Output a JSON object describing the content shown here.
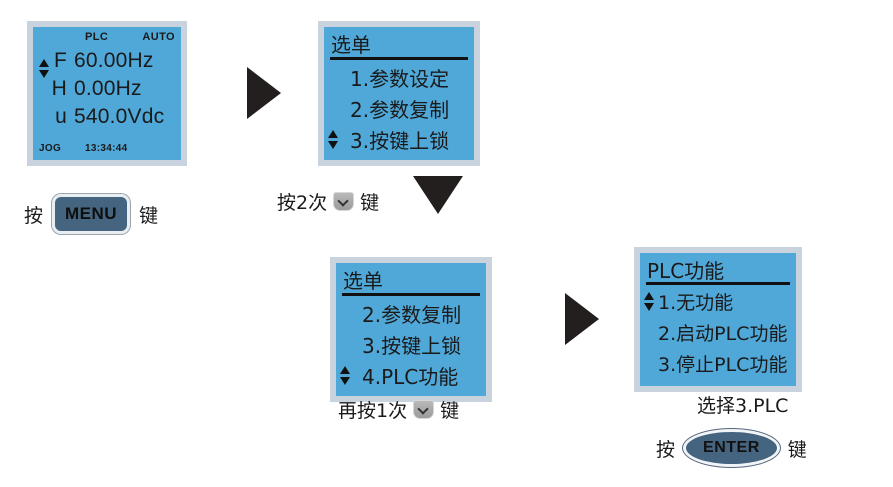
{
  "panels": {
    "status": {
      "name": "status-screen",
      "plc_label": "PLC",
      "mode_label": "AUTO",
      "rows": [
        {
          "label": "F",
          "value": "60.00Hz"
        },
        {
          "label": "H",
          "value": "0.00Hz"
        },
        {
          "label": "u",
          "value": "540.0Vdc"
        }
      ],
      "jog_label": "JOG",
      "time": "13:34:44"
    },
    "menu_first": {
      "title": "选单",
      "items": [
        {
          "text": "1.参数设定",
          "selected": false
        },
        {
          "text": "2.参数复制",
          "selected": false
        },
        {
          "text": "3.按键上锁",
          "selected": true
        }
      ]
    },
    "menu_second": {
      "title": "选单",
      "items": [
        {
          "text": "2.参数复制",
          "selected": false
        },
        {
          "text": "3.按键上锁",
          "selected": false
        },
        {
          "text": "4.PLC功能",
          "selected": true
        }
      ]
    },
    "plc_menu": {
      "title": "PLC功能",
      "items": [
        {
          "text": "1.无功能",
          "selected": true
        },
        {
          "text": "2.启动PLC功能",
          "selected": false
        },
        {
          "text": "3.停止PLC功能",
          "selected": false
        }
      ]
    }
  },
  "callouts": {
    "menu_key": {
      "prefix": "按",
      "key": "MENU",
      "suffix": "键"
    },
    "press_twice": {
      "prefix": "按2次",
      "key_icon": "down-arrow-key",
      "suffix": "键"
    },
    "press_once_more": {
      "prefix": "再按1次",
      "key_icon": "down-arrow-key",
      "suffix": "键"
    },
    "select_plc": {
      "text": "选择3.PLC"
    },
    "enter_key": {
      "prefix": "按",
      "key": "ENTER",
      "suffix": "键"
    }
  },
  "arrows": [
    {
      "name": "arrow-status-to-menu",
      "direction": "right"
    },
    {
      "name": "arrow-menu-to-menu2",
      "direction": "down"
    },
    {
      "name": "arrow-menu2-to-plc",
      "direction": "right"
    }
  ],
  "colors": {
    "screen_blue": "#4fa8d8",
    "bezel": "#c9d3de",
    "arrow_black": "#231f1e",
    "key_blue": "#44647f"
  }
}
